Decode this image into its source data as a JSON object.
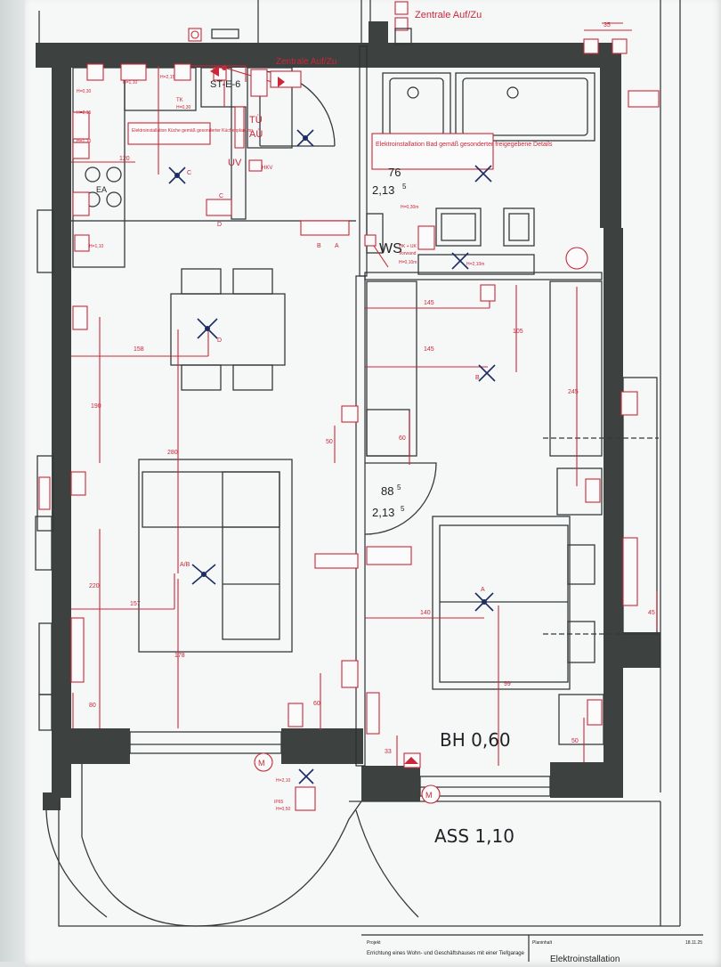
{
  "labels": {
    "zentrale_top": "Zentrale Auf/Zu",
    "zentrale_main": "Zentrale Auf/Zu",
    "st_e_6": "ST-E-6",
    "tue": "TÜ",
    "auf": "AÜ",
    "uv": "UV",
    "hkv": "HKV",
    "note_kitchen": "Elektroinstallation Küche gemäß gesonderter Küchenplanung",
    "note_bath": "Elektroinstallation Bad gemäß gesonderter freigegebene Details",
    "ws": "WS",
    "ok_uk": "OK + UK",
    "vorwand": "Vorwand",
    "h_030m": "H=0,30m",
    "h_010m": "H=0,10m",
    "h_210m": "H=2,10m",
    "h_110_a": "H=1,10",
    "h_215_a": "H=2,15",
    "h_030_a": "H=0,30",
    "h_030_b": "H=0,30",
    "h_215_b": "H=2,15",
    "h_110_b": "H=1,10",
    "h_110_c": "H=1,10",
    "h_210_out": "H=2,10",
    "h_050_out": "H=0,50",
    "ip65": "IP65",
    "tk": "TK",
    "ea": "EA",
    "room_bath_num": "76",
    "room_bath_height": "2,13",
    "room_bath_sup": "5",
    "room_hall_num": "88",
    "room_hall_sup": "5",
    "room_hall_height": "2,13",
    "room_hall_height_sup": "5",
    "bh": "BH 0,60",
    "ass": "ASS 1,10",
    "dim_35": "35",
    "dim_120": "120",
    "dim_158": "158",
    "dim_145_a": "145",
    "dim_145_b": "145",
    "dim_105": "105",
    "dim_245": "245",
    "dim_190": "190",
    "dim_280": "280",
    "dim_50_a": "50",
    "dim_60_a": "60",
    "dim_220": "220",
    "dim_157": "157",
    "dim_178": "178",
    "dim_140": "140",
    "dim_99": "99",
    "dim_45": "45",
    "dim_60_b": "60",
    "dim_80": "80",
    "dim_33": "33",
    "dim_50_b": "50",
    "lamp_c": "C",
    "lamp_d": "D",
    "lamp_b": "B",
    "lamp_ab": "A/B",
    "lamp_a": "A",
    "sw_a": "A",
    "sw_b": "B",
    "sw_d": "D",
    "sw_c": "C",
    "m": "M",
    "title_block_project_label": "Projekt",
    "title_block_project": "Errichtung eines Wohn- und Geschäftshauses mit einer Tiefgarage",
    "title_block_plan_label": "Planinhalt",
    "title_block_plan": "Elektroinstallation",
    "title_block_date": "18.11.25"
  },
  "colors": {
    "wall": "#3d4240",
    "electrical": "#c8283a",
    "lamp": "#1d2d63",
    "paper": "#f6f7f7"
  }
}
